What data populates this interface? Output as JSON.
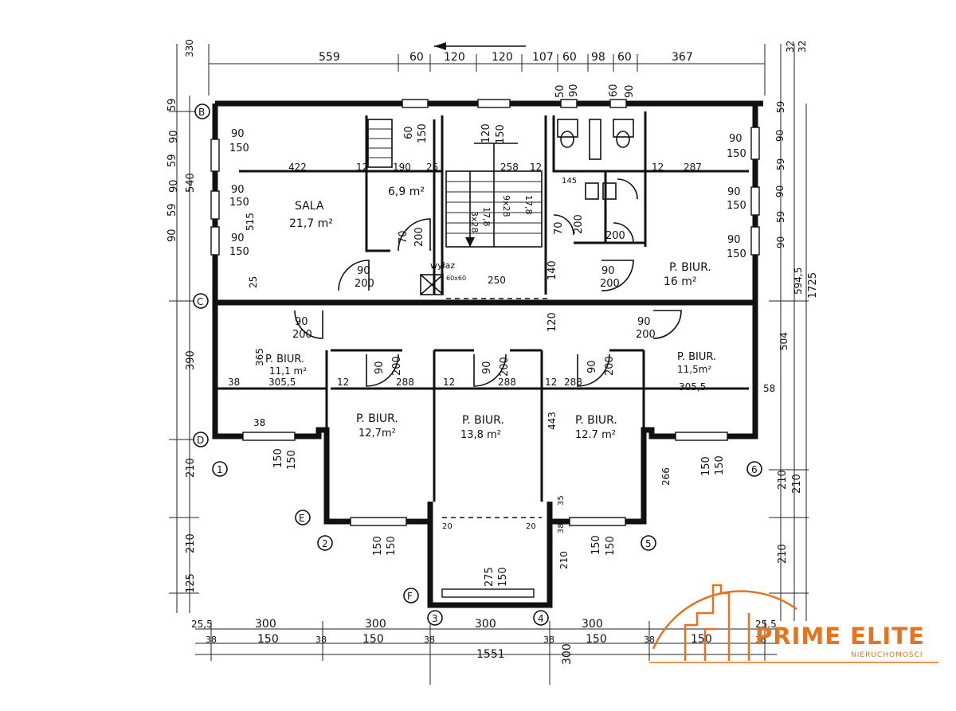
{
  "rooms": [
    {
      "name": "SALA",
      "area": "21,7 m²"
    },
    {
      "name": "",
      "area": "6,9 m²"
    },
    {
      "name": "P. BIUR.",
      "area": "16 m²"
    },
    {
      "name": "P. BIUR.",
      "area": "11,1 m²"
    },
    {
      "name": "P. BIUR.",
      "area": "11,5m²"
    },
    {
      "name": "P. BIUR.",
      "area": "12,7m²"
    },
    {
      "name": "P. BIUR.",
      "area": "13,8 m²"
    },
    {
      "name": "P. BIUR.",
      "area": "12.7 m²"
    }
  ],
  "note_wylaz": "wyłaz",
  "note_wylaz_size": "60x60",
  "axes": {
    "rows": [
      "B",
      "C",
      "D",
      "E",
      "F"
    ],
    "cols": [
      "1",
      "2",
      "3",
      "4",
      "5",
      "6"
    ]
  },
  "dims_top": [
    "559",
    "60",
    "120",
    "120",
    "107",
    "60",
    "98",
    "60",
    "367"
  ],
  "dims_bottom_row1": [
    "25,5",
    "300",
    "300",
    "300",
    "300",
    "25,5"
  ],
  "dims_bottom_row2": [
    "38",
    "150",
    "38",
    "150",
    "38",
    "38",
    "150",
    "38",
    "150",
    "38"
  ],
  "dim_total_bottom": "1551",
  "dim_bottom_stair": "300",
  "dims_left": [
    "330",
    "59",
    "90",
    "59",
    "90",
    "540",
    "59",
    "90",
    "390",
    "210",
    "210",
    "125"
  ],
  "dims_right": [
    "32",
    "32",
    "59",
    "90",
    "59",
    "90",
    "59",
    "90",
    "594,5",
    "1725",
    "210",
    "210",
    "210"
  ],
  "openings": {
    "window_150": "150",
    "window_90": "90",
    "door_90": "90",
    "door_70": "70",
    "door_200": "200",
    "door_60": "60",
    "door_50": "50",
    "h_150": "150",
    "h_120": "120",
    "h_145": "145",
    "h_140": "140",
    "h_275": "275"
  },
  "inner_dims": {
    "d422": "422",
    "d12": "12",
    "d190": "190",
    "d25": "25",
    "d258": "258",
    "d287": "287",
    "d515": "515",
    "d250": "250",
    "d120": "120",
    "d365": "365",
    "d3055": "305,5",
    "d288": "288",
    "d443": "443",
    "d504": "504",
    "d266": "266",
    "d38": "38",
    "d58": "58",
    "d20": "20",
    "d35": "35",
    "d210": "210"
  },
  "stair_labels": [
    "3x28",
    "17,8",
    "9x28",
    "17,8"
  ],
  "brand": {
    "name": "PRIME ELITE",
    "tagline": "NIERUCHOMOŚCI",
    "color": "#e8731c"
  }
}
